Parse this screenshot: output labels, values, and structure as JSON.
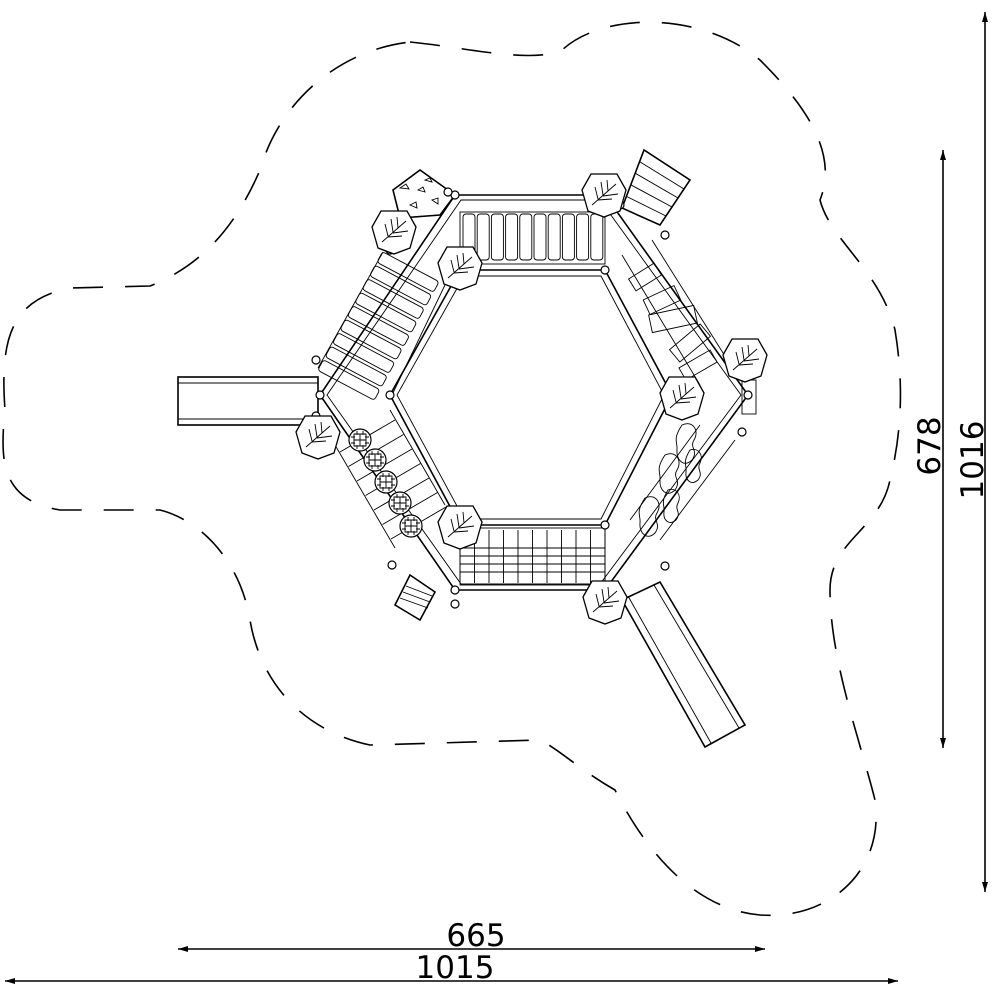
{
  "dimensions": {
    "equipment_width": "665",
    "overall_width": "1015",
    "equipment_depth": "678",
    "overall_depth": "1016"
  }
}
